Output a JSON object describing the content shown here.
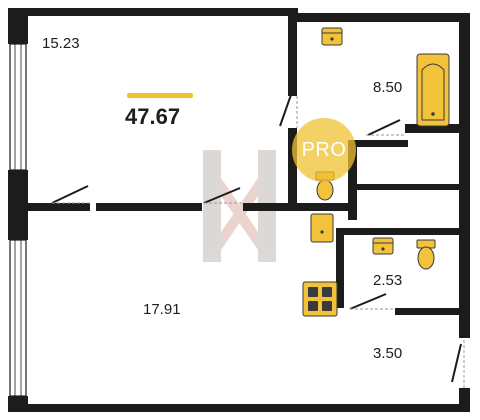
{
  "plan": {
    "total_area": "47.67",
    "rooms": [
      {
        "id": "living-room",
        "area": "15.23"
      },
      {
        "id": "bathroom",
        "area": "8.50"
      },
      {
        "id": "bedroom",
        "area": "17.91"
      },
      {
        "id": "wc",
        "area": "2.53"
      },
      {
        "id": "hallway",
        "area": "3.50"
      }
    ]
  },
  "badge": {
    "text": "PRO"
  },
  "colors": {
    "wall": "#1c1c1c",
    "fixture": "#f2c23a",
    "fixture_stroke": "#3a3a3a",
    "accent": "#f0c232",
    "watermark": "#d9a89e",
    "watermark_alt": "#b9b3ad",
    "dash": "#9a9a9a"
  }
}
